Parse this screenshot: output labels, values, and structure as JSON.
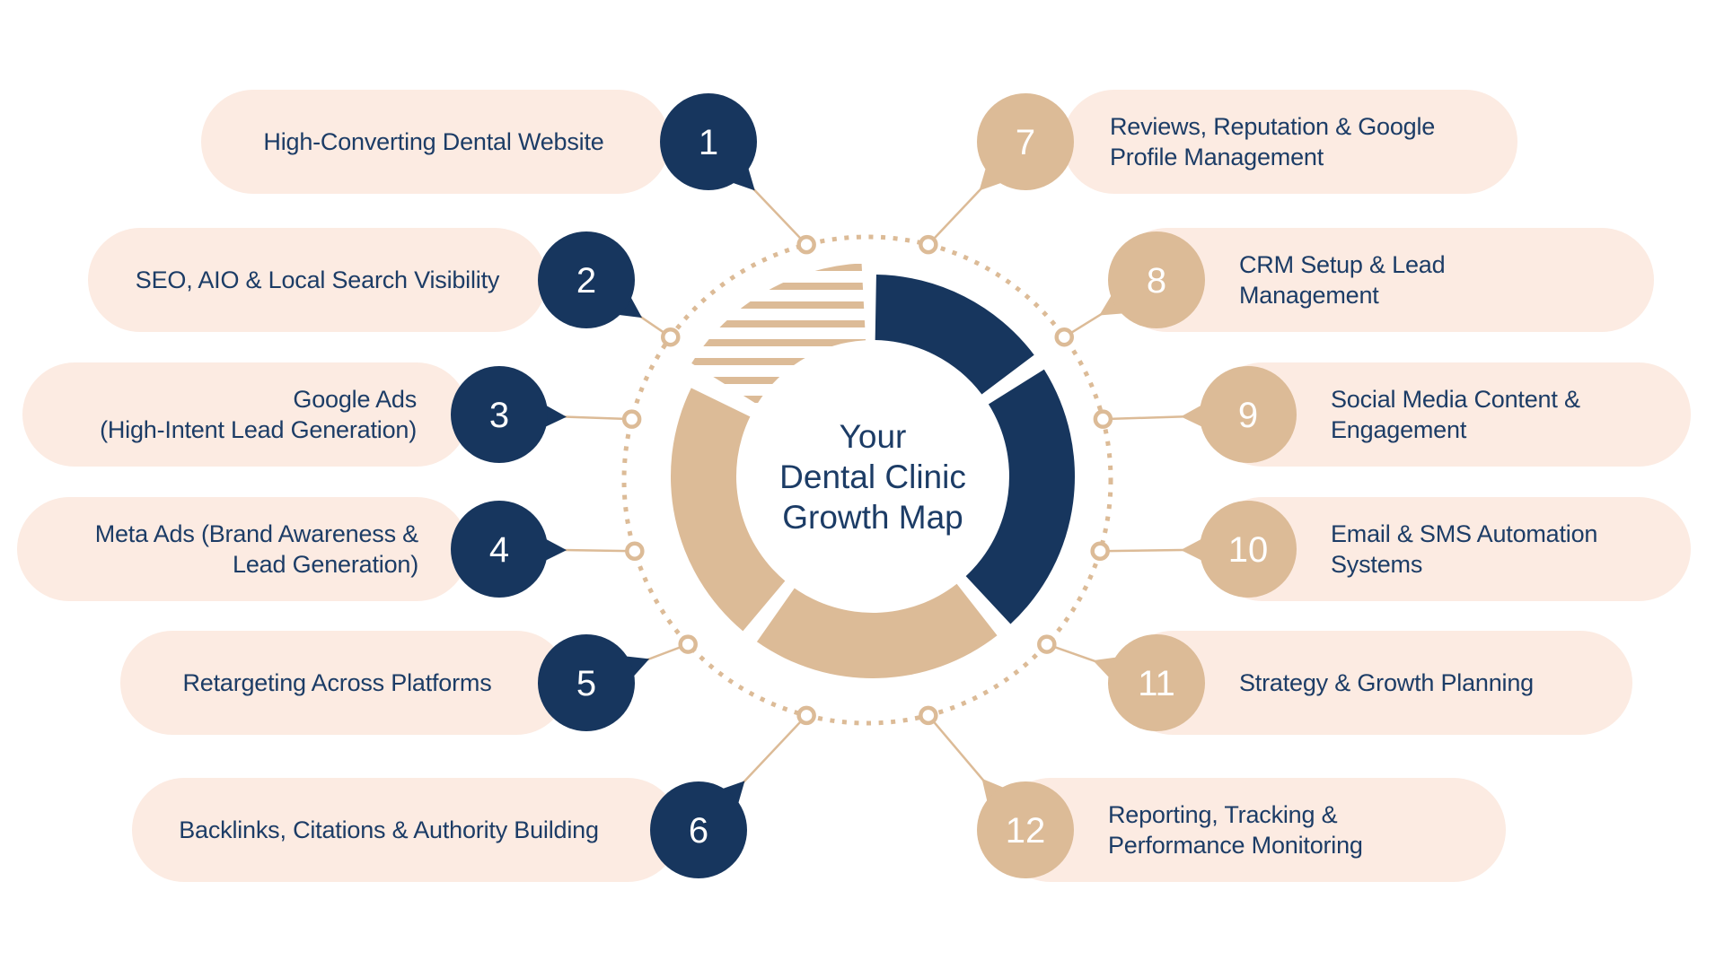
{
  "title": "Your Dental Clinic Growth Map",
  "center_label": {
    "lines": [
      "Your",
      "Dental Clinic",
      "Growth Map"
    ]
  },
  "colors": {
    "navy": "#17365E",
    "tan": "#DCBB97",
    "pill_bg": "#FCEBE2",
    "text_navy": "#1C3C66",
    "number_text": "#FFFFFF",
    "background": "#FFFFFF"
  },
  "items": [
    {
      "number": "1",
      "side": "left",
      "label": "High-Converting Dental Website"
    },
    {
      "number": "2",
      "side": "left",
      "label": "SEO, AIO & Local Search Visibility"
    },
    {
      "number": "3",
      "side": "left",
      "label": "Google Ads\n(High-Intent Lead Generation)"
    },
    {
      "number": "4",
      "side": "left",
      "label": "Meta Ads (Brand Awareness &\nLead Generation)"
    },
    {
      "number": "5",
      "side": "left",
      "label": "Retargeting Across Platforms"
    },
    {
      "number": "6",
      "side": "left",
      "label": "Backlinks, Citations & Authority Building"
    },
    {
      "number": "7",
      "side": "right",
      "label": "Reviews, Reputation & Google\nProfile Management"
    },
    {
      "number": "8",
      "side": "right",
      "label": "CRM Setup & Lead\nManagement"
    },
    {
      "number": "9",
      "side": "right",
      "label": "Social Media Content &\nEngagement"
    },
    {
      "number": "10",
      "side": "right",
      "label": "Email & SMS Automation\nSystems"
    },
    {
      "number": "11",
      "side": "right",
      "label": "Strategy & Growth Planning"
    },
    {
      "number": "12",
      "side": "right",
      "label": "Reporting, Tracking &\nPerformance Monitoring"
    }
  ],
  "ring": {
    "segments": [
      {
        "start_deg": 1,
        "end_deg": 53,
        "style": "navy"
      },
      {
        "start_deg": 58,
        "end_deg": 137,
        "style": "navy"
      },
      {
        "start_deg": 142,
        "end_deg": 215,
        "style": "tan"
      },
      {
        "start_deg": 220,
        "end_deg": 296,
        "style": "tan"
      },
      {
        "start_deg": 302,
        "end_deg": 357,
        "style": "hatch"
      }
    ]
  }
}
